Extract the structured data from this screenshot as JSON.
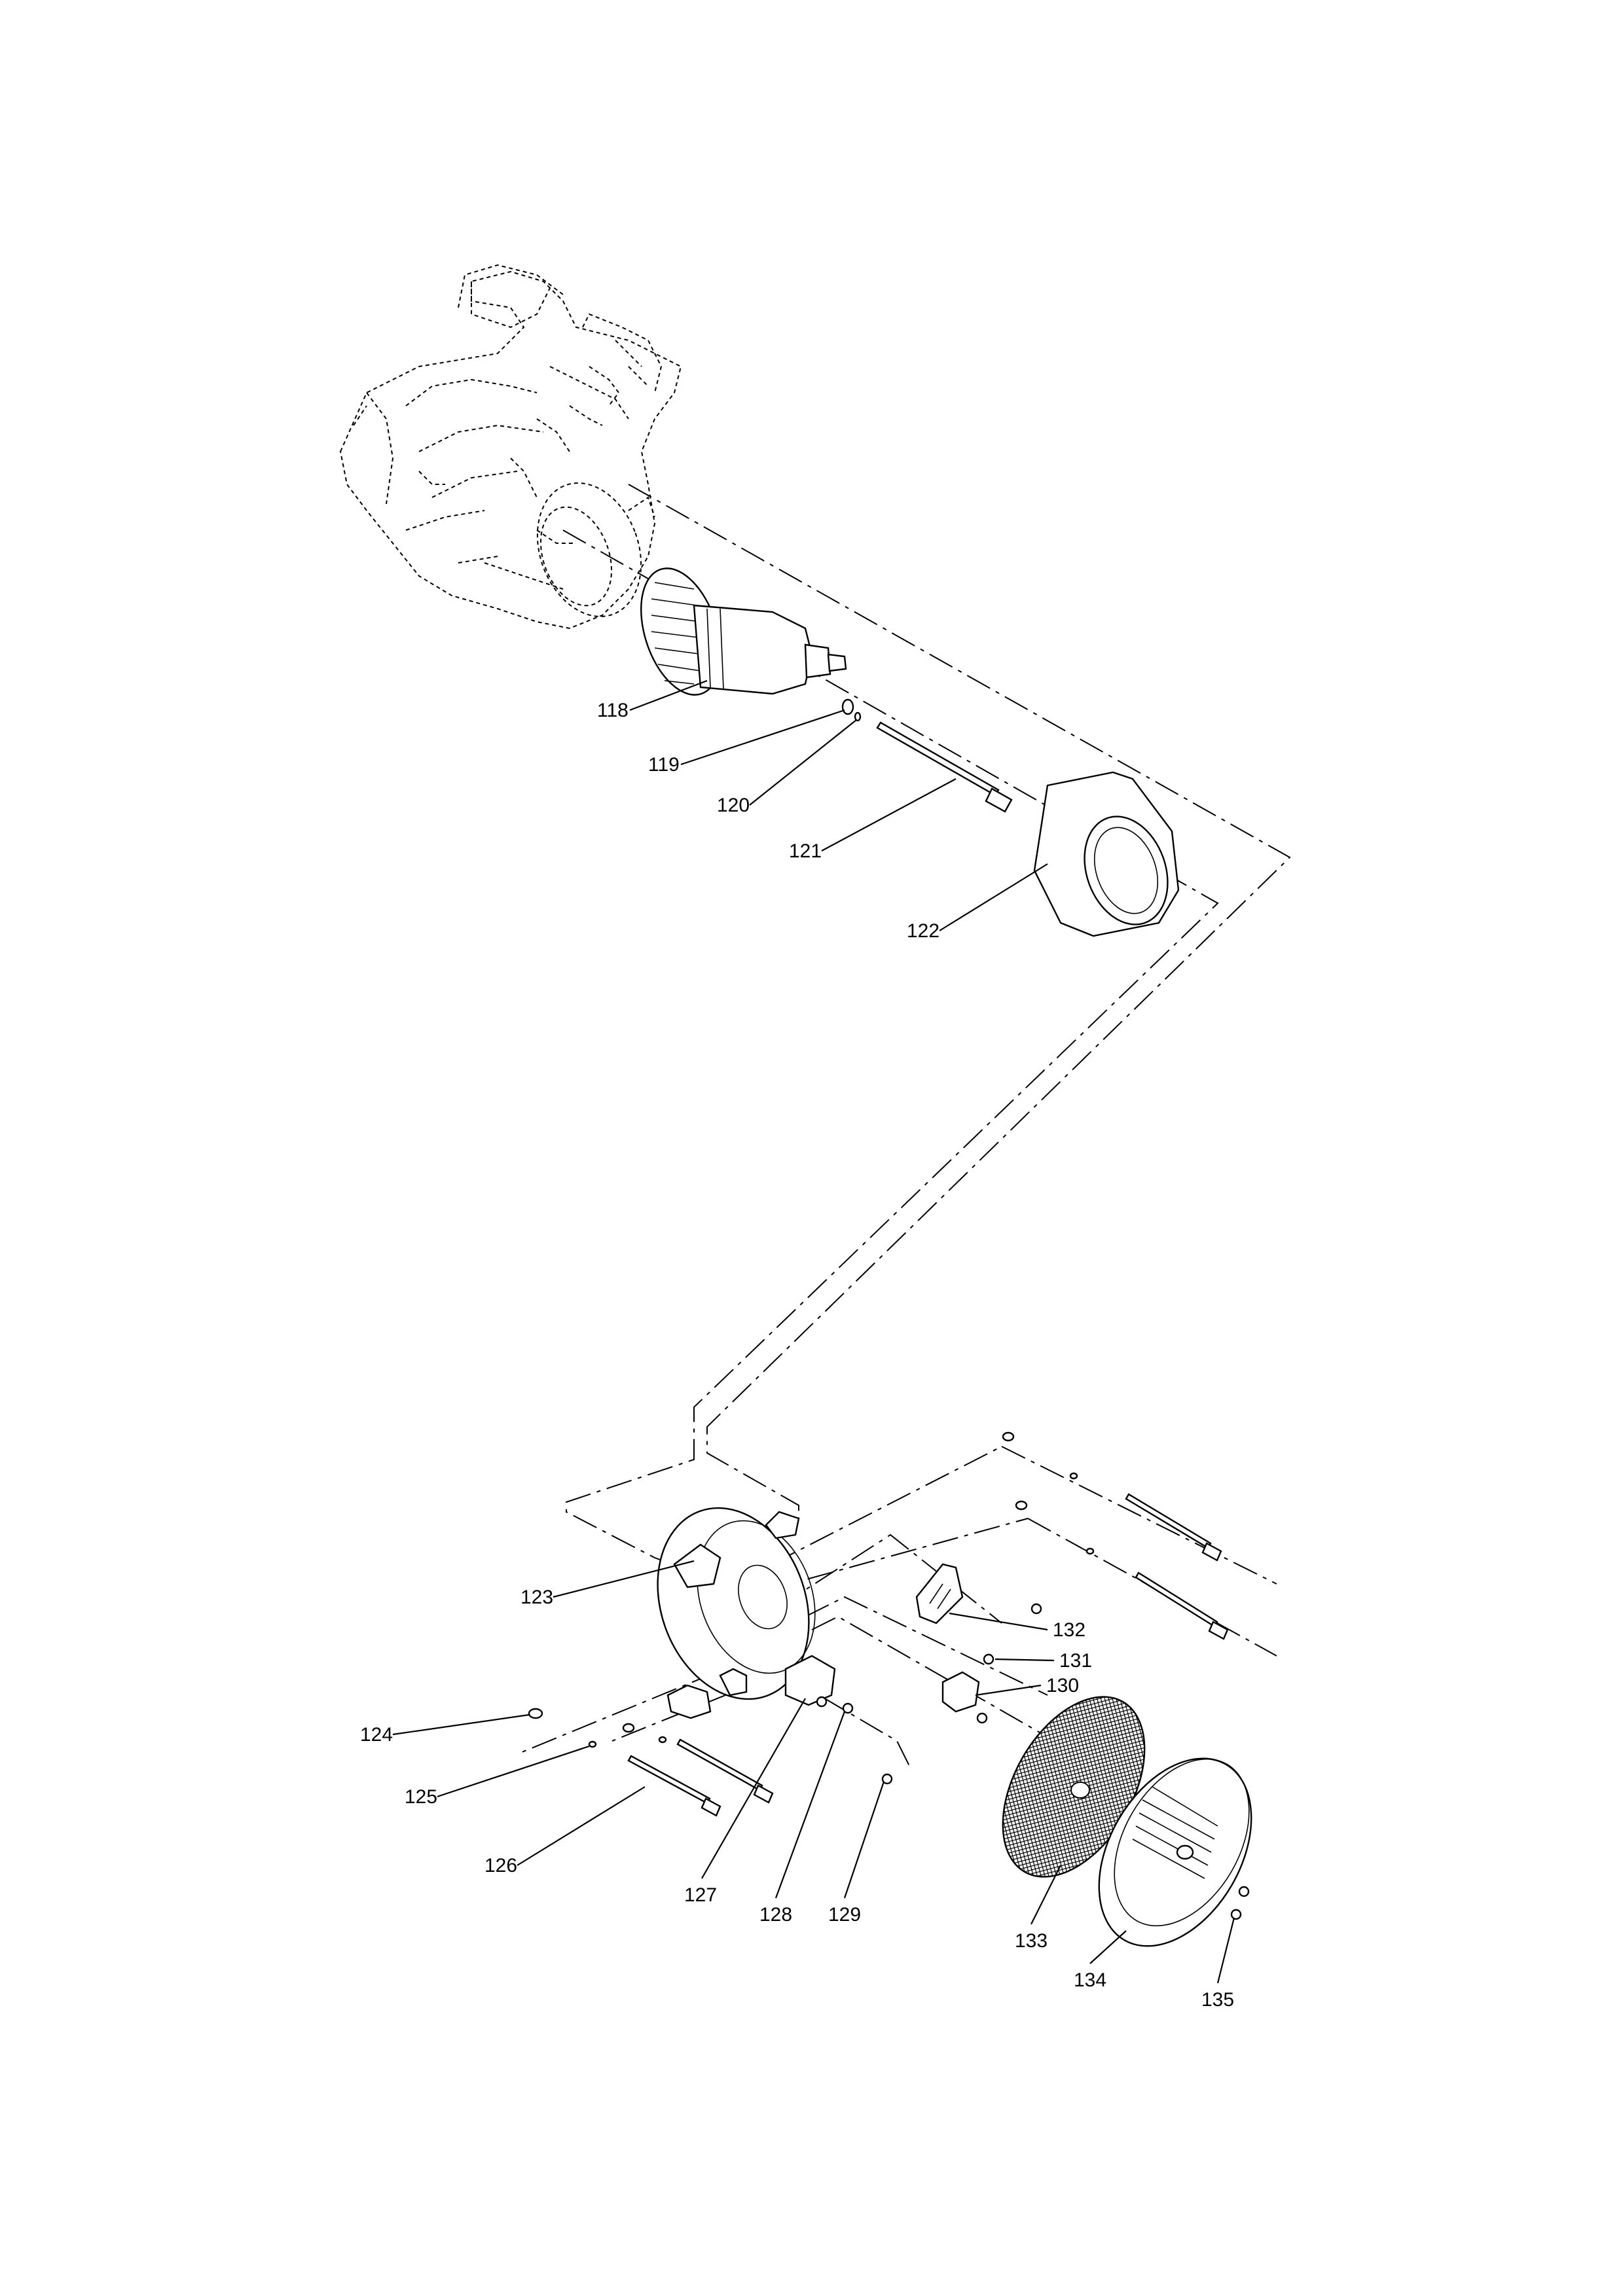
{
  "parts": [
    {
      "id": "118",
      "label": "118"
    },
    {
      "id": "119",
      "label": "119"
    },
    {
      "id": "120",
      "label": "120"
    },
    {
      "id": "121",
      "label": "121"
    },
    {
      "id": "122",
      "label": "122"
    },
    {
      "id": "123",
      "label": "123"
    },
    {
      "id": "124",
      "label": "124"
    },
    {
      "id": "125",
      "label": "125"
    },
    {
      "id": "126",
      "label": "126"
    },
    {
      "id": "127",
      "label": "127"
    },
    {
      "id": "128",
      "label": "128"
    },
    {
      "id": "129",
      "label": "129"
    },
    {
      "id": "130",
      "label": "130"
    },
    {
      "id": "131",
      "label": "131"
    },
    {
      "id": "132",
      "label": "132"
    },
    {
      "id": "133",
      "label": "133"
    },
    {
      "id": "134",
      "label": "134"
    },
    {
      "id": "135",
      "label": "135"
    }
  ]
}
